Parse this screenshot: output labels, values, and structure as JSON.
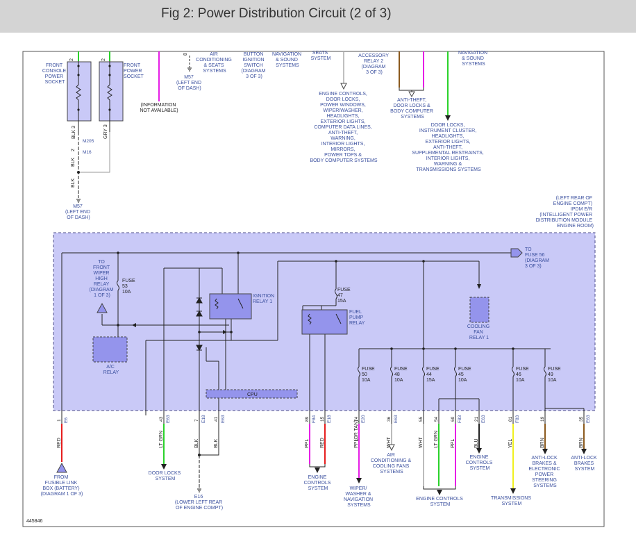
{
  "header": {
    "title": "Fig 2: Power Distribution Circuit (2 of 3)"
  },
  "colors": {
    "header_bg": "#d4d4d4",
    "module_fill": "#c9c9f7",
    "component_fill": "#9494ec",
    "label_text": "#3a4f9e"
  },
  "top_labels": [
    {
      "key": "front_console_power_socket",
      "lines": [
        "FRONT",
        "CONSOLE",
        "POWER",
        "SOCKET"
      ]
    },
    {
      "key": "front_power_socket",
      "lines": [
        "FRONT",
        "POWER",
        "SOCKET"
      ]
    },
    {
      "key": "info_na",
      "lines": [
        "(INFORMATION",
        "NOT AVAILABLE)"
      ]
    },
    {
      "key": "m57_top",
      "lines": [
        "M57",
        "(LEFT END",
        "OF DASH)"
      ]
    },
    {
      "key": "air_cond_seats",
      "lines": [
        "AIR",
        "CONDITIONING",
        "& SEATS",
        "SYSTEMS"
      ]
    },
    {
      "key": "ign_switch",
      "lines": [
        "BUTTON",
        "IGNITION",
        "SWITCH",
        "(DIAGRAM",
        "3 OF 3)"
      ]
    },
    {
      "key": "nav_sound_1",
      "lines": [
        "NAVIGATION",
        "& SOUND",
        "SYSTEMS"
      ]
    },
    {
      "key": "seats_system",
      "lines": [
        "SEATS",
        "SYSTEM"
      ]
    },
    {
      "key": "engine_controls_list",
      "lines": [
        "ENGINE CONTROLS,",
        "DOOR LOCKS,",
        "POWER WINDOWS,",
        "WIPER/WASHER,",
        "HEADLIGHTS,",
        "EXTERIOR LIGHTS,",
        "COMPUTER DATA LINES,",
        "ANTI-THEFT,",
        "WARNING,",
        "INTERIOR LIGHTS,",
        "MIRRORS,",
        "POWER TOPS &",
        "BODY COMPUTER SYSTEMS"
      ]
    },
    {
      "key": "accessory_relay2",
      "lines": [
        "ACCESSORY",
        "RELAY 2",
        "(DIAGRAM",
        "3 OF 3)"
      ]
    },
    {
      "key": "anti_theft_bcm",
      "lines": [
        "ANTI-THEFT,",
        "DOOR LOCKS &",
        "BODY COMPUTER",
        "SYSTEMS"
      ]
    },
    {
      "key": "nav_sound_2",
      "lines": [
        "NAVIGATION",
        "& SOUND",
        "SYSTEMS"
      ]
    },
    {
      "key": "door_locks_list",
      "lines": [
        "DOOR LOCKS,",
        "INSTRUMENT CLUSTER,",
        "HEADLIGHTS,",
        "EXTERIOR LIGHTS,",
        "ANTI-THEFT,",
        "SUPPLEMENTAL RESTRAINTS,",
        "INTERIOR LIGHTS,",
        "WARNING &",
        "TRANSMISSIONS SYSTEMS"
      ]
    },
    {
      "key": "m57_bottom",
      "lines": [
        "M57",
        "(LEFT END",
        "OF DASH)"
      ]
    }
  ],
  "wire_codes": {
    "blk3": "BLK 3",
    "gry3": "GRY 3",
    "blk": "BLK",
    "m205": "M205",
    "m16": "M16",
    "pin2a": "2",
    "pin2b": "2",
    "pin2c": "2",
    "pin8": "8"
  },
  "module": {
    "lines": [
      "(LEFT REAR OF",
      "ENGINE COMPT)",
      "IPDM E/R",
      "(INTELLIGENT POWER",
      "DISTRIBUTION MODULE",
      "ENGINE ROOM)"
    ]
  },
  "components": {
    "to_fuse56": [
      "TO",
      "FUSE 56",
      "(DIAGRAM",
      "3 OF 3)"
    ],
    "front_wiper_relay": [
      "TO",
      "FRONT",
      "WIPER",
      "HIGH",
      "RELAY",
      "(DIAGRAM",
      "1 OF 3)"
    ],
    "fuse53": [
      "FUSE",
      "53",
      "10A"
    ],
    "ignition_relay1": [
      "IGNITION",
      "RELAY 1"
    ],
    "fuse47": [
      "FUSE",
      "47",
      "15A"
    ],
    "fuel_pump_relay": [
      "FUEL",
      "PUMP",
      "RELAY"
    ],
    "cooling_fan_relay": [
      "COOLING",
      "FAN",
      "RELAY 1"
    ],
    "ac_relay": [
      "A/C",
      "RELAY"
    ],
    "cpu": "CPU",
    "fuse50": [
      "FUSE",
      "50",
      "10A"
    ],
    "fuse48": [
      "FUSE",
      "48",
      "10A"
    ],
    "fuse44": [
      "FUSE",
      "44",
      "15A"
    ],
    "fuse45": [
      "FUSE",
      "45",
      "10A"
    ],
    "fuse46": [
      "FUSE",
      "46",
      "10A"
    ],
    "fuse49": [
      "FUSE",
      "49",
      "10A"
    ]
  },
  "pins": [
    {
      "num": "1",
      "conn": "E6",
      "wire": "RED"
    },
    {
      "num": "43",
      "conn": "E63",
      "wire": "LT GRN"
    },
    {
      "num": "7",
      "conn": "E18",
      "wire": "BLK"
    },
    {
      "num": "41",
      "conn": "E63",
      "wire": "BLK"
    },
    {
      "num": "89",
      "conn": "F84",
      "wire": "PPL"
    },
    {
      "num": "15",
      "conn": "E18",
      "wire": "RED"
    },
    {
      "num": "74",
      "conn": "E20",
      "wire": "PPL"
    },
    {
      "num": "36",
      "conn": "E63",
      "wire": "WHT"
    },
    {
      "num": "55",
      "conn": "",
      "wire": "WHT"
    },
    {
      "num": "54",
      "conn": "",
      "wire": "LT GRN"
    },
    {
      "num": "60",
      "conn": "F83",
      "wire": "PPL"
    },
    {
      "num": "21",
      "conn": "E63",
      "wire": "BLU"
    },
    {
      "num": "81",
      "conn": "F83",
      "wire": "YEL"
    },
    {
      "num": "19",
      "conn": "",
      "wire": "BRN"
    },
    {
      "num": "35",
      "conn": "E63",
      "wire": "BRN"
    }
  ],
  "wire_extra": {
    "or_tan": "(OR TAN)"
  },
  "bottom_labels": [
    {
      "key": "fusible_link",
      "lines": [
        "FROM",
        "FUSIBLE LINK",
        "BOX (BATTERY)",
        "(DIAGRAM 1 OF 3)"
      ]
    },
    {
      "key": "door_locks_sys",
      "lines": [
        "DOOR LOCKS",
        "SYSTEM"
      ]
    },
    {
      "key": "e16",
      "lines": [
        "E16",
        "(LOWER LEFT REAR",
        "OF ENGINE COMPT)"
      ]
    },
    {
      "key": "engine_controls_1",
      "lines": [
        "ENGINE",
        "CONTROLS",
        "SYSTEM"
      ]
    },
    {
      "key": "wiper_nav",
      "lines": [
        "WIPER/",
        "WASHER &",
        "NAVIGATION",
        "SYSTEMS"
      ]
    },
    {
      "key": "air_cond_fans",
      "lines": [
        "AIR",
        "CONDITIONING &",
        "COOLING FANS",
        "SYSTEMS"
      ]
    },
    {
      "key": "engine_controls_2",
      "lines": [
        "ENGINE CONTROLS",
        "SYSTEM"
      ]
    },
    {
      "key": "engine_controls_3",
      "lines": [
        "ENGINE",
        "CONTROLS",
        "SYSTEM"
      ]
    },
    {
      "key": "transmissions",
      "lines": [
        "TRANSMISSIONS",
        "SYSTEM"
      ]
    },
    {
      "key": "antilock_elec",
      "lines": [
        "ANTI-LOCK",
        "BRAKES &",
        "ELECTRONIC",
        "POWER",
        "STEERING",
        "SYSTEMS"
      ]
    },
    {
      "key": "antilock",
      "lines": [
        "ANTI-LOCK",
        "BRAKES",
        "SYSTEM"
      ]
    }
  ],
  "footer": {
    "fig_id": "445846"
  }
}
